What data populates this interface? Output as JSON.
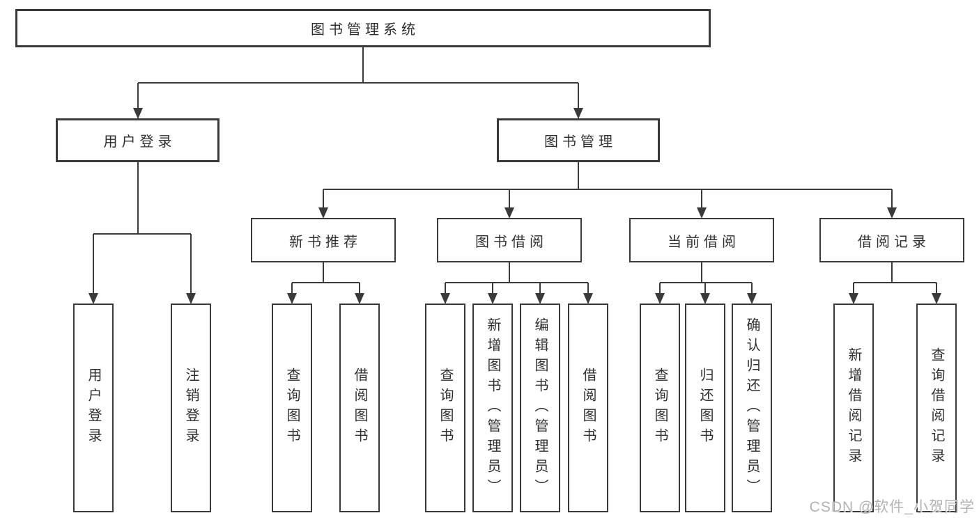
{
  "diagram": {
    "root": {
      "label": "图书管理系统"
    },
    "branches": [
      {
        "label": "用户登录",
        "children": [
          "用户登录",
          "注销登录"
        ]
      },
      {
        "label": "图书管理",
        "sections": [
          {
            "label": "新书推荐",
            "children": [
              "查询图书",
              "借阅图书"
            ]
          },
          {
            "label": "图书借阅",
            "children": [
              "查询图书",
              "新增图书（管理员）",
              "编辑图书（管理员）",
              "借阅图书"
            ]
          },
          {
            "label": "当前借阅",
            "children": [
              "查询图书",
              "归还图书",
              "确认归还（管理员）"
            ]
          },
          {
            "label": "借阅记录",
            "children": [
              "新增借阅记录",
              "查询借阅记录"
            ]
          }
        ]
      }
    ]
  },
  "watermark": {
    "text": "CSDN @软件_小贺同学"
  },
  "colors": {
    "line": "#3a3a3a",
    "text": "#2f2f2f",
    "box_fill": "#ffffff",
    "background": "#ffffff",
    "watermark": "#b3b3b3"
  }
}
